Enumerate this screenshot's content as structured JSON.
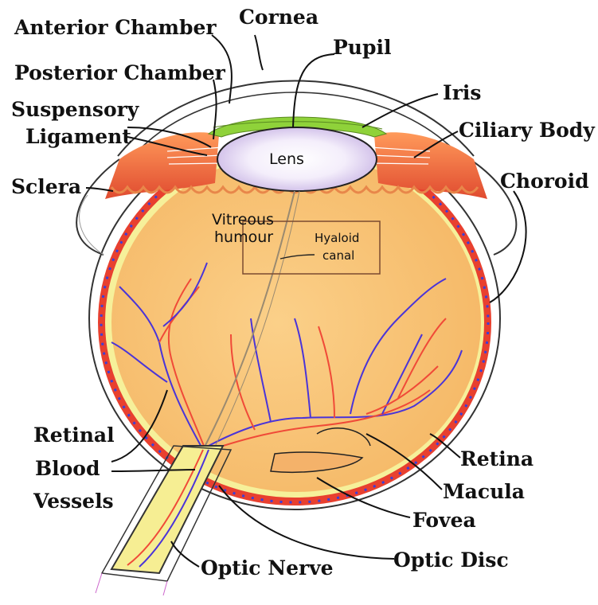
{
  "labels": {
    "cornea": "Cornea",
    "anterior_chamber": "Anterior Chamber",
    "pupil": "Pupil",
    "posterior_chamber": "Posterior Chamber",
    "iris": "Iris",
    "suspensory_1": "Suspensory",
    "suspensory_2": "Ligament",
    "ciliary_body": "Ciliary Body",
    "sclera": "Sclera",
    "choroid": "Choroid",
    "lens": "Lens",
    "vitreous_1": "Vitreous",
    "vitreous_2": "humour",
    "hyaloid_1": "Hyaloid",
    "hyaloid_2": "canal",
    "retinal_1": "Retinal",
    "retinal_2": "Blood",
    "retinal_3": "Vessels",
    "retina": "Retina",
    "macula": "Macula",
    "fovea": "Fovea",
    "optic_disc": "Optic Disc",
    "optic_nerve": "Optic Nerve"
  },
  "colors": {
    "vitreous": "#f8c574",
    "choroid": "#e8402f",
    "retina": "#f6f09a",
    "iris": "#8fd23a",
    "ciliary": "#f07b45",
    "sclera": "#ffffff",
    "artery": "#f04a38",
    "vein": "#4a34d8",
    "nerve": "#f6ee93"
  }
}
